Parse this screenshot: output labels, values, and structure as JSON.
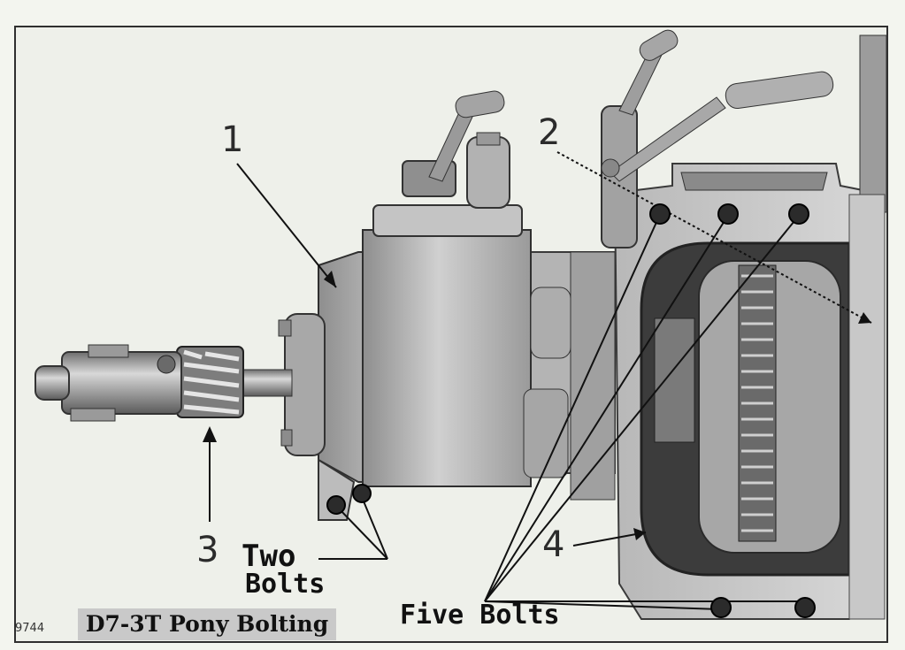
{
  "callouts": {
    "c1": "1",
    "c2": "2",
    "c3": "3",
    "c4": "4"
  },
  "labels": {
    "two_line1": "Two",
    "two_line2": "Bolts",
    "five": "Five Bolts"
  },
  "caption": {
    "figure_number": "9744",
    "title": "D7-3T Pony Bolting"
  }
}
